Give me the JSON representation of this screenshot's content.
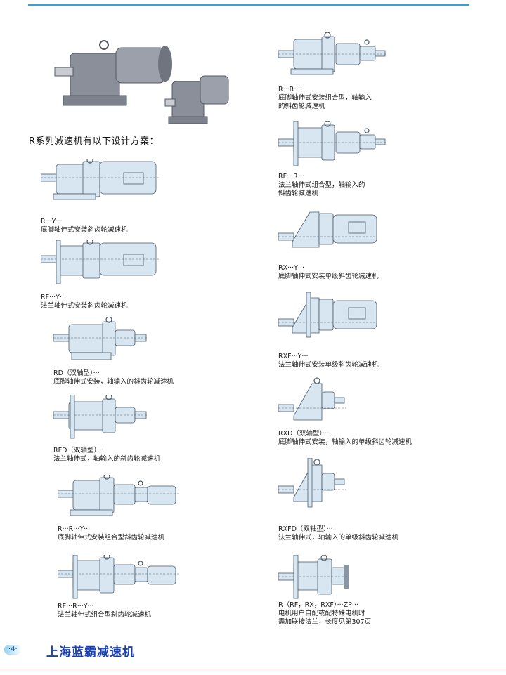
{
  "intro": "R系列减速机有以下设计方案：",
  "left_items": [
    {
      "code": "R···Y···",
      "desc": [
        "底脚轴伸式安装斜齿轮减速机"
      ]
    },
    {
      "code": "RF···Y···",
      "desc": [
        "法兰轴伸式安装斜齿轮减速机"
      ]
    },
    {
      "code": "RD（双轴型）···",
      "desc": [
        "底脚轴伸式安装，轴输入的斜齿轮减速机"
      ]
    },
    {
      "code": "RFD（双轴型）···",
      "desc": [
        "法兰轴伸式，轴输入的斜齿轮减速机"
      ]
    },
    {
      "code": "R···R···Y···",
      "desc": [
        "底脚轴伸式安装组合型斜齿轮减速机"
      ]
    },
    {
      "code": "RF···R···Y···",
      "desc": [
        "法兰轴伸式组合型斜齿轮减速机"
      ]
    }
  ],
  "right_items": [
    {
      "code": "R···R···",
      "desc": [
        "底脚轴伸式安装组合型，轴输入",
        "的斜齿轮减速机"
      ]
    },
    {
      "code": "RF···R···",
      "desc": [
        "法兰轴伸式组合型，轴输入的",
        "斜齿轮减速机"
      ]
    },
    {
      "code": "RX···Y···",
      "desc": [
        "底脚轴伸式安装单级斜齿轮减速机"
      ]
    },
    {
      "code": "RXF···Y···",
      "desc": [
        "法兰轴伸式安装单级斜齿轮减速机"
      ]
    },
    {
      "code": "RXD（双轴型）···",
      "desc": [
        "底脚轴伸式安装，轴输入的单级斜齿轮减速机"
      ]
    },
    {
      "code": "RXFD（双轴型）···",
      "desc": [
        "法兰轴伸式，轴输入的单级斜齿轮减速机"
      ]
    },
    {
      "code": "R（RF，RX，RXF）···ZP···",
      "desc": [
        "电机用户自配或配特殊电机时",
        "需加联接法兰，长度见第307页"
      ]
    }
  ],
  "footer": {
    "page": "·4·",
    "brand": "上海蓝霸减速机"
  },
  "colors": {
    "accent": "#2aa7d8",
    "gear_fill": "#d8e6f2",
    "gear_stroke": "#4a5a6a",
    "brand": "#1a3fb0"
  }
}
